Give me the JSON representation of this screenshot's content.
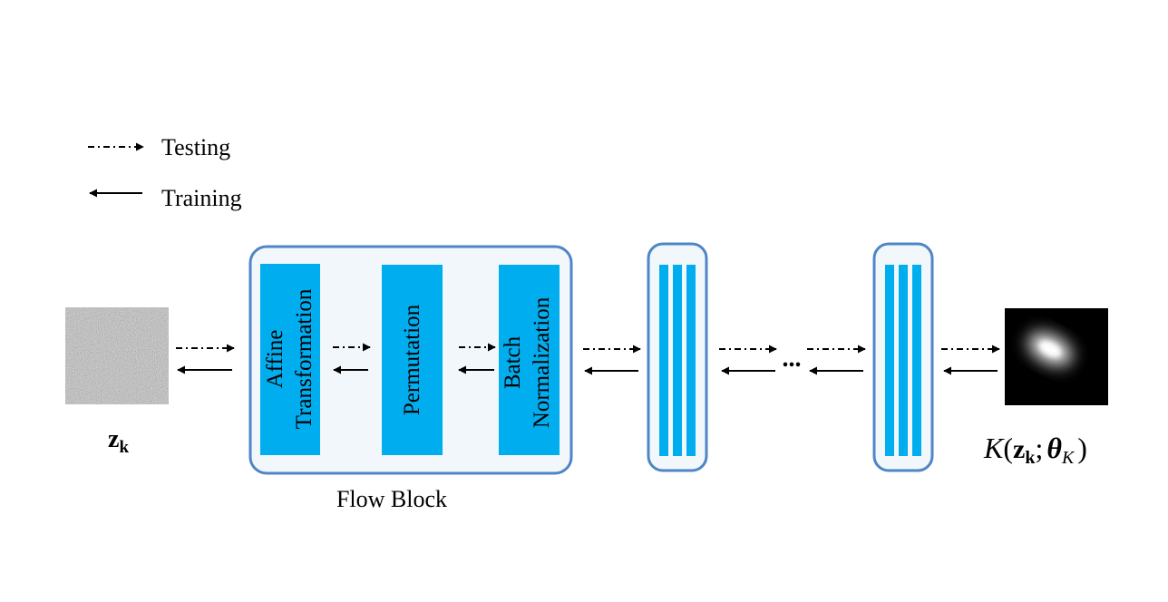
{
  "legend": {
    "testing_label": "Testing",
    "training_label": "Training"
  },
  "input": {
    "label_main": "z",
    "label_sub": "k"
  },
  "flow_block": {
    "caption": "Flow Block",
    "layers": [
      {
        "line1": "Affine",
        "line2": "Transformation"
      },
      {
        "line1": "Permutation",
        "line2": ""
      },
      {
        "line1": "Batch",
        "line2": "Normalization"
      }
    ]
  },
  "ellipsis": "...",
  "output": {
    "label_script": "K",
    "label_open": "(",
    "label_z": "z",
    "label_z_sub": "k",
    "label_sep": ";",
    "label_theta": "θ",
    "label_theta_sub": "K",
    "label_close": ")"
  },
  "colors": {
    "block_border": "#4f86c6",
    "block_fill": "#f2f7fc",
    "layer_fill": "#00aeef",
    "arrow": "#000000"
  }
}
